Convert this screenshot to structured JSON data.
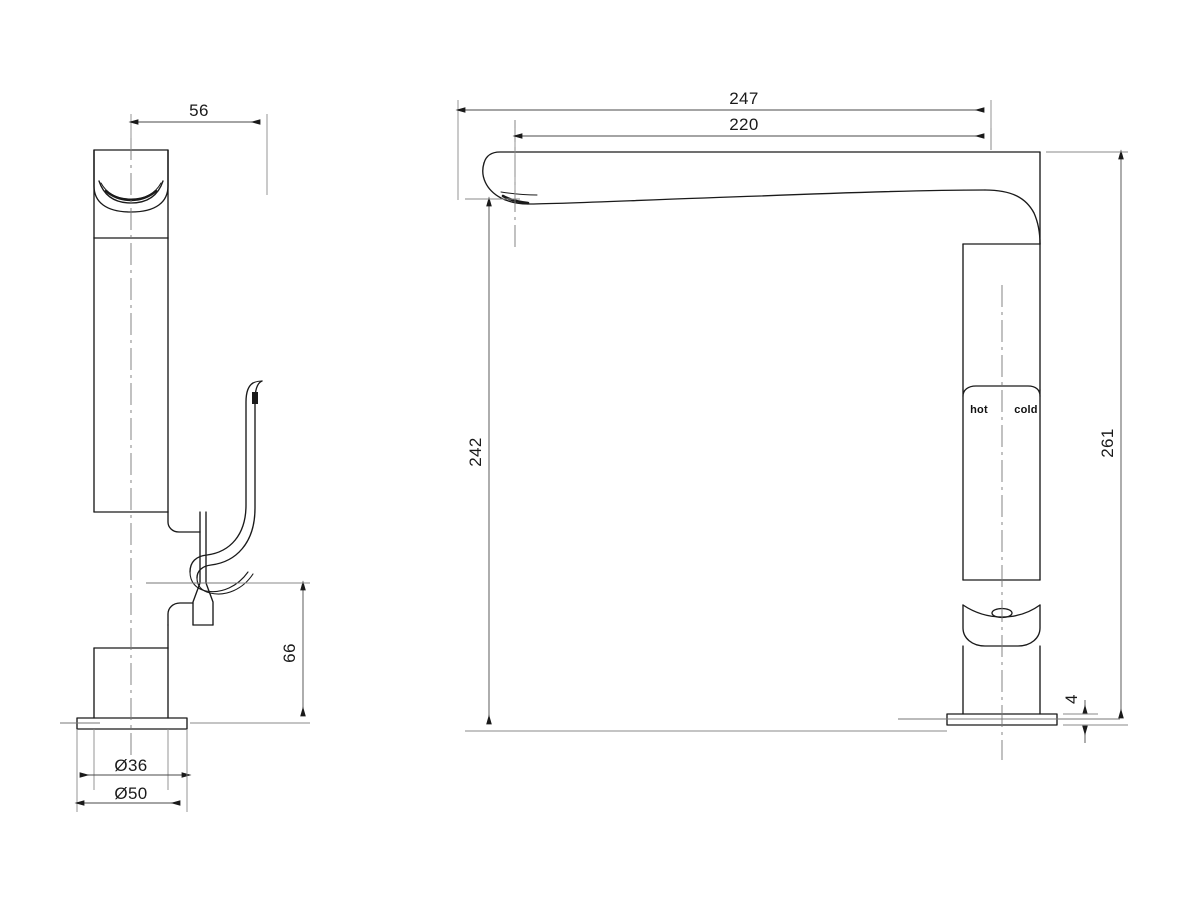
{
  "drawing": {
    "type": "technical-dimension-drawing",
    "subject": "tall sink mixer tap",
    "background_color": "#ffffff",
    "line_color": "#1a1a1a",
    "dimension_line_color": "#4a4a4a",
    "centerline_color": "#6e6e6e",
    "units": "mm"
  },
  "views": {
    "side": {
      "name": "side-elevation-view",
      "dimensions": {
        "width_top": "56",
        "handle_height": "66",
        "base_inner_diameter": "Ø36",
        "base_outer_diameter": "Ø50"
      }
    },
    "front": {
      "name": "front-elevation-view",
      "dimensions": {
        "spout_overall_reach": "247",
        "spout_outlet_reach": "220",
        "spout_outlet_height": "242",
        "overall_height": "261",
        "base_plate_thickness": "4"
      },
      "labels": {
        "hot": "hot",
        "cold": "cold"
      }
    }
  },
  "dimension_list": [
    {
      "id": "d56",
      "value": "56",
      "orientation": "horizontal",
      "view": "side"
    },
    {
      "id": "d66",
      "value": "66",
      "orientation": "vertical",
      "view": "side"
    },
    {
      "id": "d36",
      "value": "Ø36",
      "orientation": "horizontal",
      "view": "side"
    },
    {
      "id": "d50",
      "value": "Ø50",
      "orientation": "horizontal",
      "view": "side"
    },
    {
      "id": "d247",
      "value": "247",
      "orientation": "horizontal",
      "view": "front"
    },
    {
      "id": "d220",
      "value": "220",
      "orientation": "horizontal",
      "view": "front"
    },
    {
      "id": "d242",
      "value": "242",
      "orientation": "vertical",
      "view": "front"
    },
    {
      "id": "d261",
      "value": "261",
      "orientation": "vertical",
      "view": "front"
    },
    {
      "id": "d4",
      "value": "4",
      "orientation": "vertical",
      "view": "front"
    }
  ]
}
